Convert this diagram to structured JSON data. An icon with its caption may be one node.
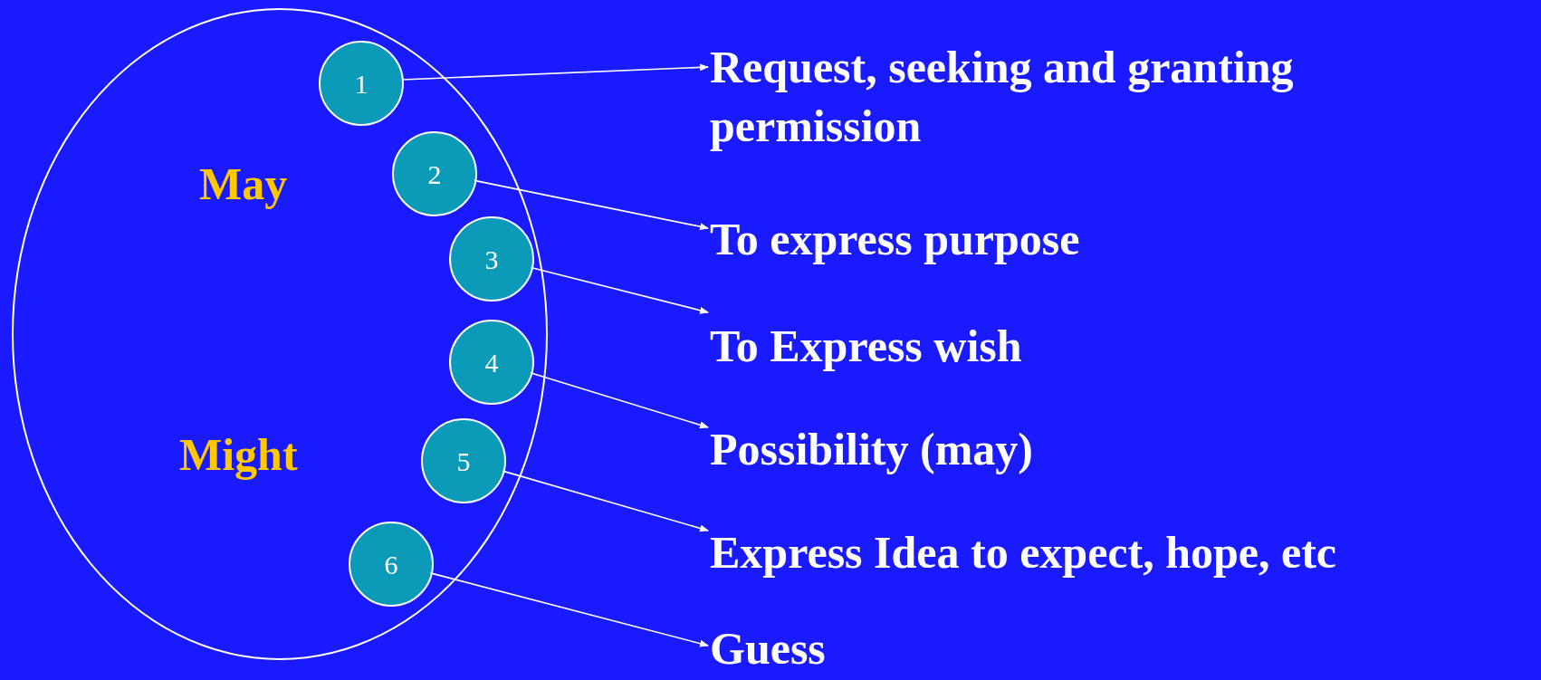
{
  "diagram": {
    "nodes": [
      {
        "text": [
          "May",
          "Might"
        ]
      },
      {
        "text": [
          "1"
        ],
        "in": 0
      },
      {
        "text": [
          "2"
        ],
        "in": 0
      },
      {
        "text": [
          "3"
        ],
        "in": 0
      },
      {
        "text": [
          "4"
        ],
        "in": 0
      },
      {
        "text": [
          "5"
        ],
        "in": 0
      },
      {
        "text": [
          "6"
        ],
        "in": 0
      },
      {
        "text": [
          "Request, seeking and granting permission"
        ]
      },
      {
        "text": [
          "To express purpose"
        ]
      },
      {
        "text": [
          "To Express wish"
        ]
      },
      {
        "text": [
          "Possibility (may)"
        ]
      },
      {
        "text": [
          "Express Idea to expect, hope, etc"
        ]
      },
      {
        "text": [
          "Guess"
        ]
      }
    ],
    "edges": [
      {
        "from": 1,
        "to": 7,
        "arrow": "to"
      },
      {
        "from": 2,
        "to": 8,
        "arrow": "to"
      },
      {
        "from": 3,
        "to": 9,
        "arrow": "to"
      },
      {
        "from": 4,
        "to": 10,
        "arrow": "to"
      },
      {
        "from": 5,
        "to": 11,
        "arrow": "to"
      },
      {
        "from": 6,
        "to": 12,
        "arrow": "to"
      }
    ]
  }
}
